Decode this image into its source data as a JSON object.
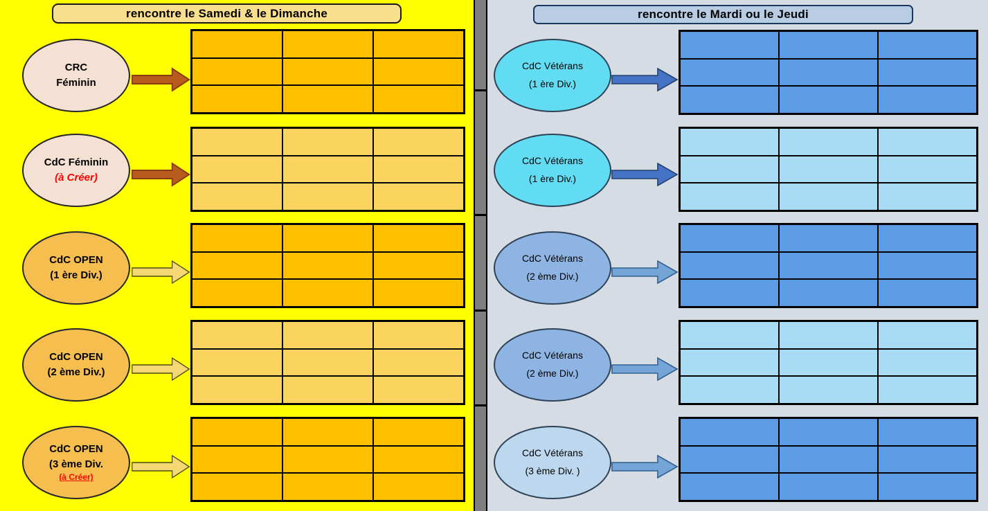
{
  "left_panel": {
    "title": "rencontre le Samedi & le Dimanche",
    "rows": [
      {
        "line1": "CRC",
        "line2": "Féminin",
        "ellipse_fill": "#F5E1D3",
        "arrow_fill": "#B75B1E",
        "arrow_stroke": "#8A3B0D",
        "table_fill": "#FFC000"
      },
      {
        "line1": "CdC Féminin",
        "note": "(à Créer)",
        "ellipse_fill": "#F5E1D3",
        "arrow_fill": "#B75B1E",
        "arrow_stroke": "#8A3B0D",
        "table_fill": "#FBD45F"
      },
      {
        "line1": "CdC OPEN",
        "line2": "(1 ère Div.)",
        "ellipse_fill": "#F6BE4F",
        "arrow_fill": "#F5D873",
        "arrow_stroke": "#4A4A10",
        "table_fill": "#FFC000"
      },
      {
        "line1": "CdC OPEN",
        "line2": "(2 ème Div.)",
        "ellipse_fill": "#F6BE4F",
        "arrow_fill": "#F5D873",
        "arrow_stroke": "#4A4A10",
        "table_fill": "#FBD45F"
      },
      {
        "line1": "CdC OPEN",
        "line2": "(3 ème Div.",
        "note": "(à Créer)",
        "ellipse_fill": "#F6BE4F",
        "arrow_fill": "#F5D873",
        "arrow_stroke": "#4A4A10",
        "table_fill": "#FFC000"
      }
    ]
  },
  "right_panel": {
    "title": "rencontre le Mardi ou le Jeudi",
    "rows": [
      {
        "line1": "CdC Vétérans",
        "line2": "(1 ère Div.)",
        "ellipse_fill": "#62DCF3",
        "arrow_fill": "#4472C4",
        "arrow_stroke": "#24416B",
        "table_fill": "#5C9CE4"
      },
      {
        "line1": "CdC Vétérans",
        "line2": "(1 ère Div.)",
        "ellipse_fill": "#62DCF3",
        "arrow_fill": "#4472C4",
        "arrow_stroke": "#24416B",
        "table_fill": "#A8DCF5"
      },
      {
        "line1": "CdC Vétérans",
        "line2": "(2 ème Div.)",
        "ellipse_fill": "#8EB4E3",
        "arrow_fill": "#74A5D6",
        "arrow_stroke": "#2F5E8F",
        "table_fill": "#5C9CE4"
      },
      {
        "line1": "CdC Vétérans",
        "line2": "(2 ème Div.)",
        "ellipse_fill": "#8EB4E3",
        "arrow_fill": "#74A5D6",
        "arrow_stroke": "#2F5E8F",
        "table_fill": "#A8DCF5"
      },
      {
        "line1": "CdC Vétérans",
        "line2": "(3 ème Div. )",
        "ellipse_fill": "#BDD7EE",
        "arrow_fill": "#74A5D6",
        "arrow_stroke": "#2F5E8F",
        "table_fill": "#5C9CE4"
      }
    ]
  },
  "colors": {
    "left_bg": "#FFFF00",
    "right_bg": "#D6DCE4",
    "left_header_bg": "#F8DF8E",
    "right_header_bg": "#B8CCE4",
    "divider_gray": "#7F7F7F"
  }
}
